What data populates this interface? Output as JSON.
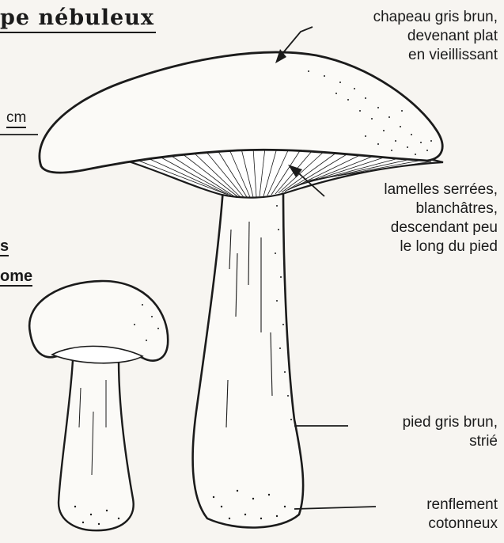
{
  "title": "pe nébuleux",
  "left_fragments": {
    "scale_unit": "cm",
    "frag_1": "s",
    "frag_2": "ome"
  },
  "labels": {
    "cap": [
      "chapeau gris brun,",
      "devenant plat",
      "en vieillissant"
    ],
    "gills": [
      "lamelles serrées,",
      "blanchâtres,",
      "descendant peu",
      "le long du pied"
    ],
    "stem": [
      "pied gris brun,",
      "strié"
    ],
    "base": [
      "renflement",
      "cotonneux"
    ]
  },
  "colors": {
    "ink": "#1b1b1b",
    "paper": "#f7f5f1"
  }
}
